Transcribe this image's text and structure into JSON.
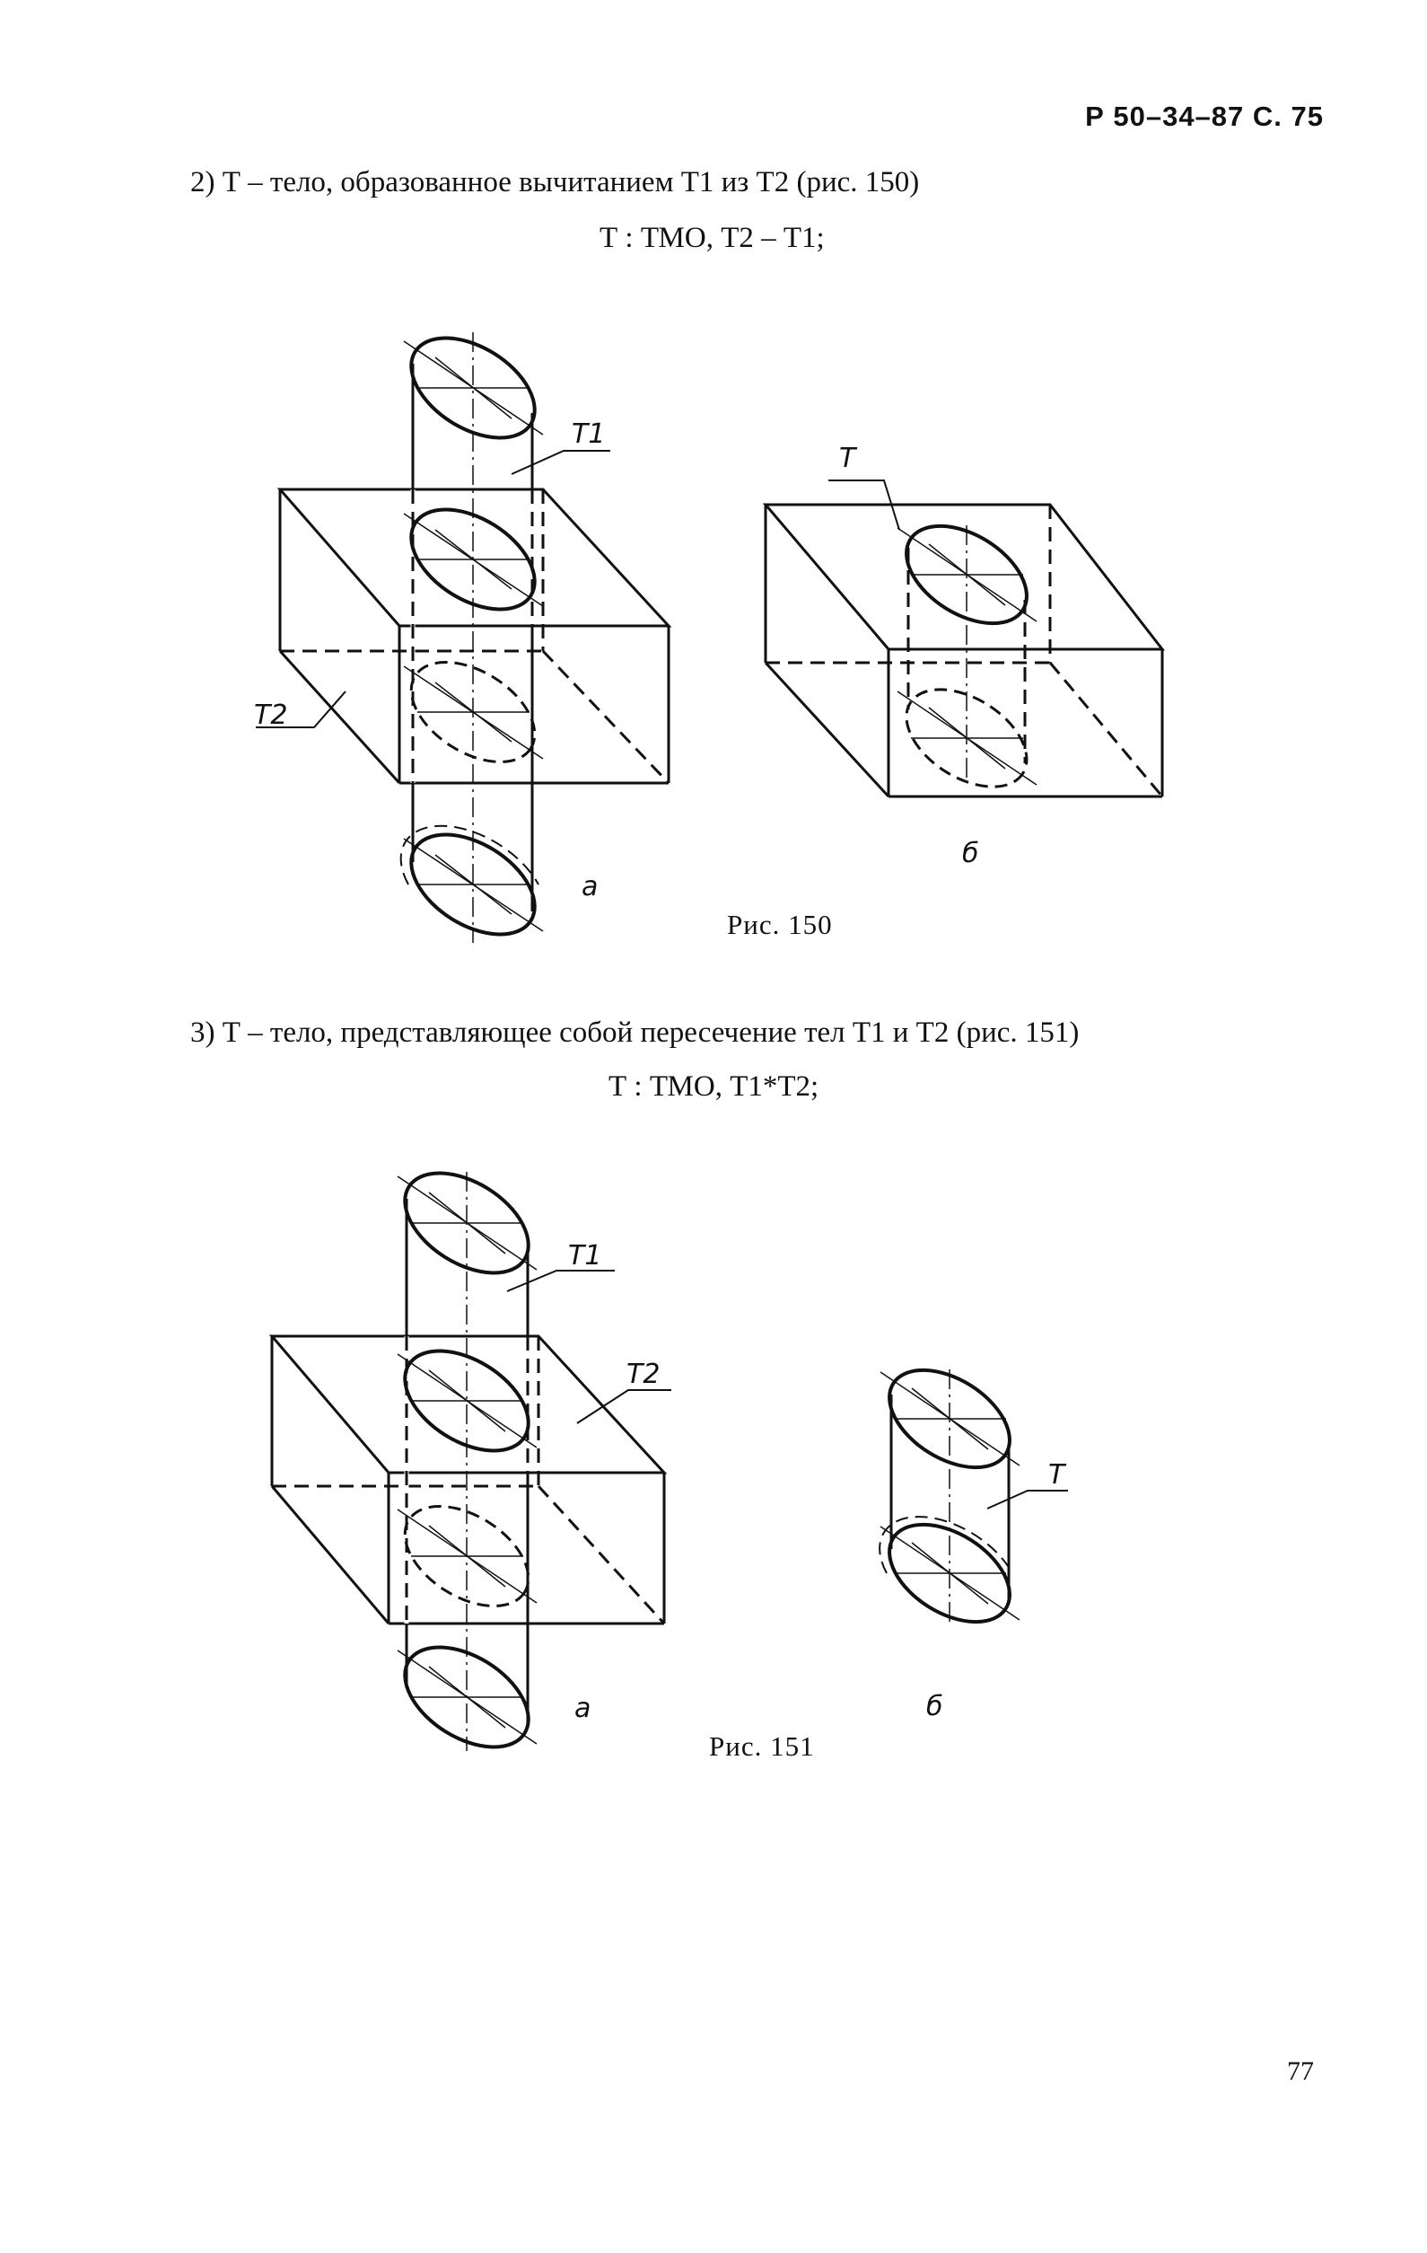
{
  "header": {
    "doc_ref": "Р 50–34–87 С. 75"
  },
  "section2": {
    "text": "2) Т – тело, образованное вычитанием Т1 из Т2 (рис. 150)",
    "formula": "Т : ТМО, Т2 – Т1;"
  },
  "fig150": {
    "caption": "Рис. 150",
    "labels": {
      "t1": "Т1",
      "t2": "Т2",
      "t": "Т",
      "a": "а",
      "b": "б"
    }
  },
  "section3": {
    "text": "3) Т – тело, представляющее собой пересечение тел Т1 и Т2 (рис. 151)",
    "formula": "Т : ТМО, Т1*Т2;"
  },
  "fig151": {
    "caption": "Рис. 151",
    "labels": {
      "t1": "Т1",
      "t2": "Т2",
      "t": "Т",
      "a": "а",
      "b": "б"
    }
  },
  "page_number": "77"
}
